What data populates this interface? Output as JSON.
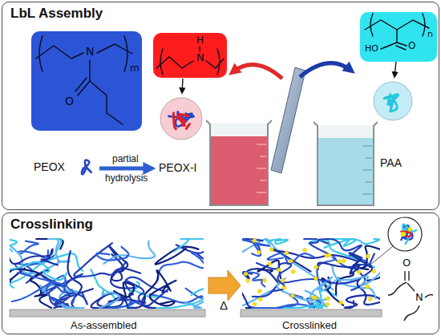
{
  "diagram": {
    "nodes": [
      {
        "text": [
          "LbL Assembly"
        ]
      },
      {
        "text": [
          "N",
          "O",
          "m"
        ],
        "in": 0
      },
      {
        "text": [
          "H",
          "N"
        ],
        "in": 0
      },
      {
        "text": [
          "HO",
          "O",
          "n"
        ],
        "in": 0
      },
      {
        "text": [
          "Crosslinking"
        ]
      }
    ],
    "labels": [
      "PEOX",
      "partial",
      "hydrolysis",
      "PEOX-I",
      "PAA",
      "Δ",
      "As-assembled",
      "Crosslinked",
      "O",
      "N"
    ]
  }
}
